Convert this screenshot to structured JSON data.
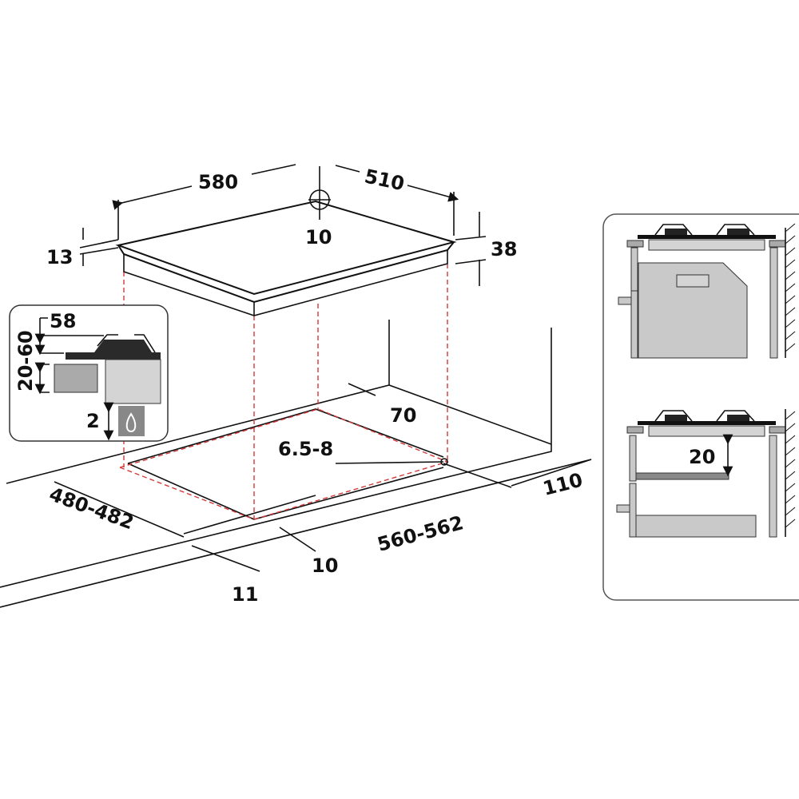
{
  "diagram": {
    "hob_dimensions": {
      "width": "580",
      "depth": "510",
      "thickness_edge": "13",
      "total_height": "38",
      "gas_inlet": "10"
    },
    "cutout_dimensions": {
      "depth": "480-482",
      "width": "560-562",
      "back_clearance": "70",
      "side_clearance": "110",
      "front_offset": "10",
      "edge": "11",
      "hole": "6.5-8"
    },
    "inset": {
      "min_height": "58",
      "range": "20-60",
      "gap": "2"
    },
    "side_view": {
      "gap": "20"
    },
    "colors": {
      "line": "#111111",
      "dash": "#d43a3a",
      "gray": "#c9c9c9",
      "dark": "#2a2a2a"
    }
  }
}
